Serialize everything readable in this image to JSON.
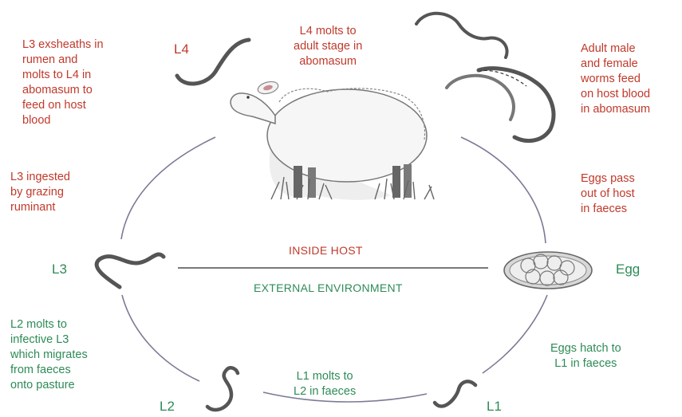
{
  "colors": {
    "red": "#c0392b",
    "green": "#2e8b57",
    "line": "#7a7a96",
    "worm": "#555555"
  },
  "labels": {
    "l4": "L4",
    "l3": "L3",
    "l2": "L2",
    "l1": "L1",
    "egg": "Egg",
    "inside_host": "INSIDE HOST",
    "external_environment": "EXTERNAL ENVIRONMENT"
  },
  "notes": {
    "l3_exsheaths": "L3 exsheaths in\nrumen and\nmolts to L4 in\nabomasum to\nfeed on host\nblood",
    "l4_molts": "L4 molts to\nadult stage in\nabomasum",
    "adults_feed": "Adult male\nand female\nworms feed\non host blood\nin abomasum",
    "l3_ingested": "L3 ingested\nby grazing\nruminant",
    "eggs_pass": "Eggs pass\nout of host\nin faeces",
    "l2_molts": "L2 molts to\ninfective L3\nwhich migrates\nfrom faeces\nonto pasture",
    "eggs_hatch": "Eggs hatch to\nL1 in faeces",
    "l1_molts": "L1 molts to\nL2 in faeces"
  }
}
